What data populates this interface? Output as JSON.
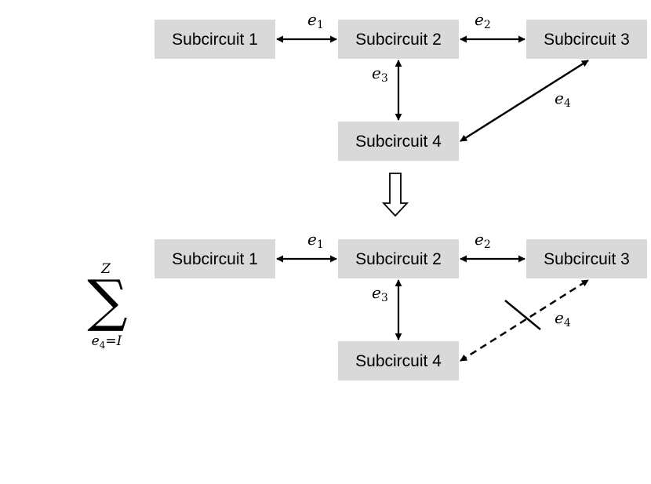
{
  "colors": {
    "box_fill": "#d9d9d9",
    "stroke": "#000000",
    "background": "#ffffff"
  },
  "top": {
    "boxes": {
      "s1": "Subcircuit 1",
      "s2": "Subcircuit 2",
      "s3": "Subcircuit 3",
      "s4": "Subcircuit 4"
    },
    "edges": {
      "e1": {
        "base": "e",
        "sub": "1"
      },
      "e2": {
        "base": "e",
        "sub": "2"
      },
      "e3": {
        "base": "e",
        "sub": "3"
      },
      "e4": {
        "base": "e",
        "sub": "4"
      }
    }
  },
  "bottom": {
    "boxes": {
      "s1": "Subcircuit 1",
      "s2": "Subcircuit 2",
      "s3": "Subcircuit 3",
      "s4": "Subcircuit 4"
    },
    "edges": {
      "e1": {
        "base": "e",
        "sub": "1"
      },
      "e2": {
        "base": "e",
        "sub": "2"
      },
      "e3": {
        "base": "e",
        "sub": "3"
      },
      "e4": {
        "base": "e",
        "sub": "4"
      }
    }
  },
  "summation": {
    "symbol": "∑",
    "upper": "Z",
    "lower_var": "e",
    "lower_sub": "4",
    "lower_eq": "=",
    "lower_value": "I"
  }
}
